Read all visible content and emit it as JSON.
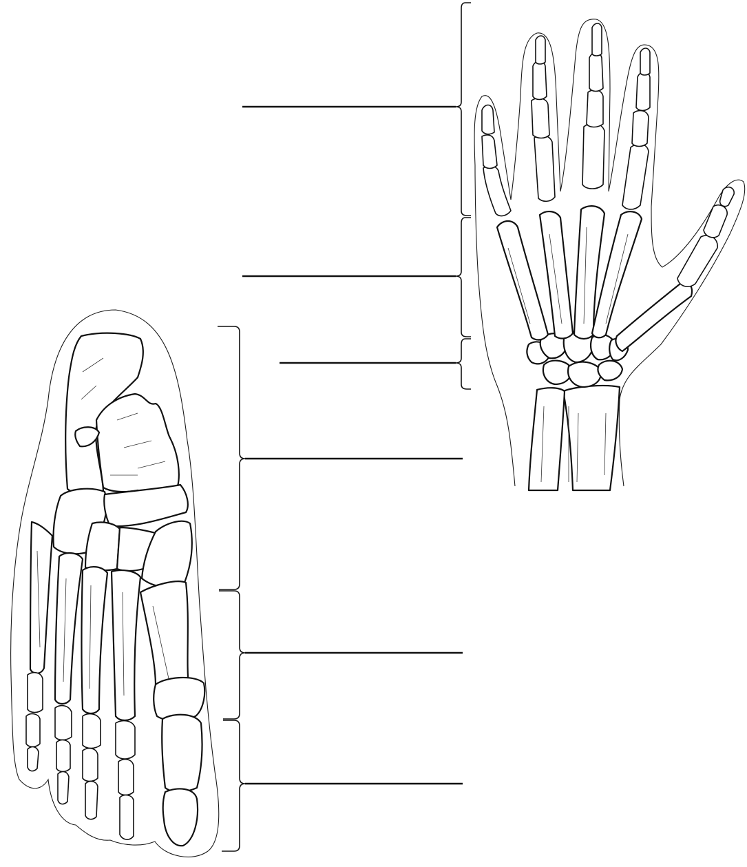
{
  "diagram": {
    "figures": [
      "hand-skeleton",
      "foot-skeleton"
    ],
    "hand_label_lines": 3,
    "foot_label_lines": 3,
    "labels": [],
    "ink_color": "#111111",
    "background_color": "#ffffff"
  }
}
